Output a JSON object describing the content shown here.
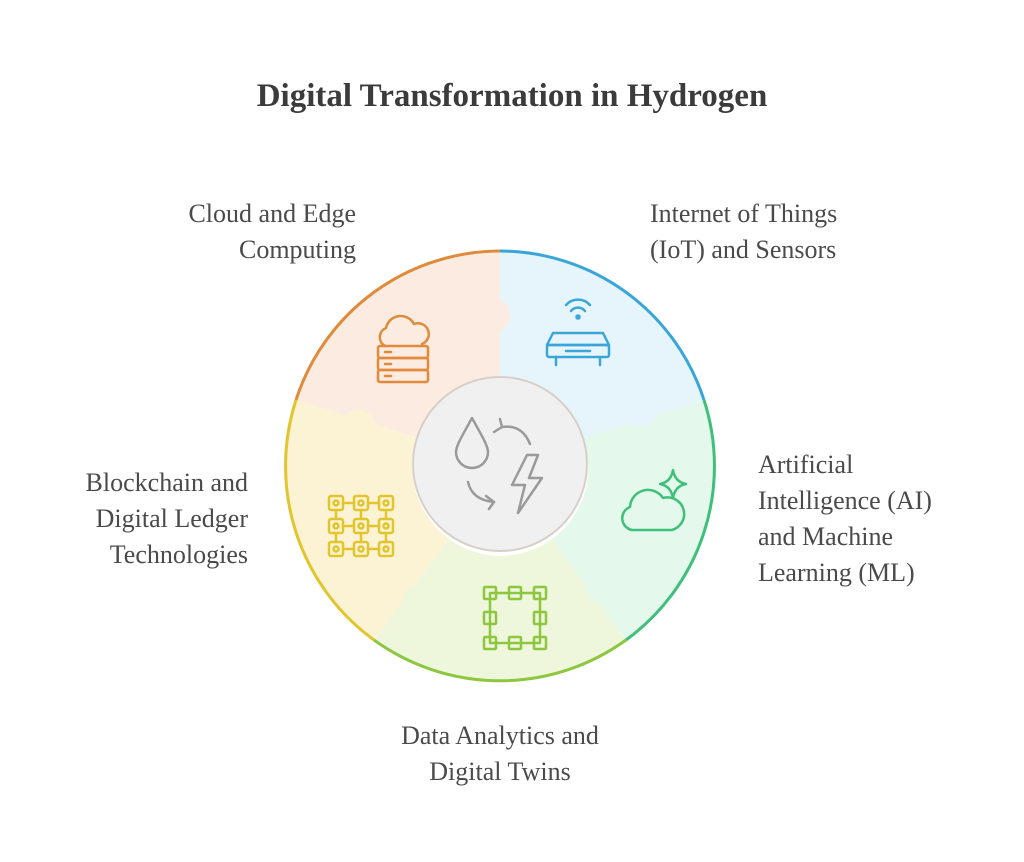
{
  "title": "Digital Transformation in Hydrogen",
  "segments": [
    {
      "id": "cloud",
      "lines": [
        "Cloud and Edge",
        "Computing"
      ],
      "icon": "cloud-server-icon",
      "stroke": "#E08A3C",
      "fill": "#FCEBE0"
    },
    {
      "id": "iot",
      "lines": [
        "Internet of Things",
        "(IoT) and Sensors"
      ],
      "icon": "wifi-sensor-icon",
      "stroke": "#3AA6D8",
      "fill": "#E6F5FC"
    },
    {
      "id": "ai",
      "lines": [
        "Artificial",
        "Intelligence (AI)",
        "and Machine",
        "Learning (ML)"
      ],
      "icon": "cloud-sparkle-icon",
      "stroke": "#3FC07A",
      "fill": "#E4F8EC"
    },
    {
      "id": "data",
      "lines": [
        "Data Analytics and",
        "Digital Twins"
      ],
      "icon": "circuit-frame-icon",
      "stroke": "#8DC63F",
      "fill": "#EEF7DC"
    },
    {
      "id": "block",
      "lines": [
        "Blockchain and",
        "Digital Ledger",
        "Technologies"
      ],
      "icon": "block-grid-icon",
      "stroke": "#E2C52E",
      "fill": "#FBF3D4"
    }
  ],
  "center": {
    "icon": "hydrogen-energy-icon",
    "fill": "#F0F0F0",
    "icon_color": "#9A9A9A"
  }
}
